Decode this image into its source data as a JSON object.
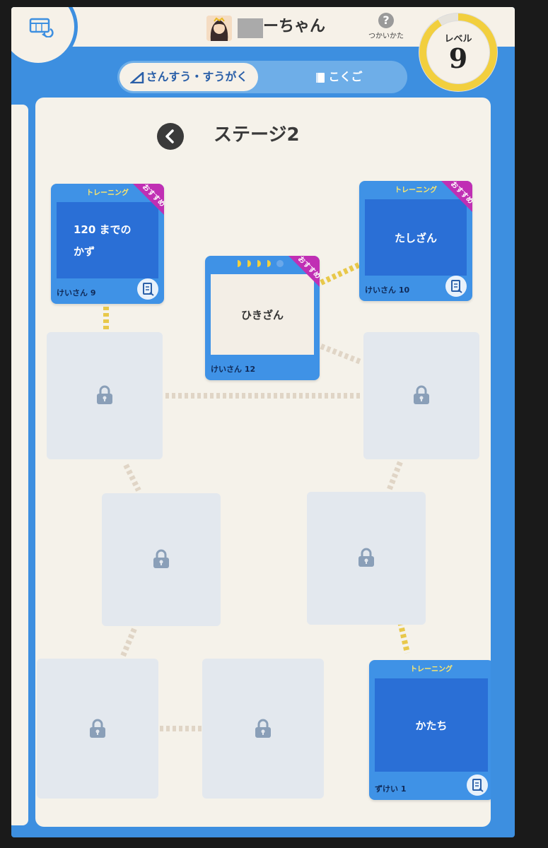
{
  "header": {
    "username": "ーちゃん",
    "help_label": "つかいかた",
    "help_glyph": "?",
    "level_label": "レベル",
    "level_value": "9"
  },
  "tabs": [
    {
      "label": "さんすう・すうがく",
      "active": true
    },
    {
      "label": "こくご",
      "active": false
    }
  ],
  "stage": {
    "title": "ステージ2"
  },
  "lessons": [
    {
      "id": "kazu",
      "category": "トレーニング",
      "title_lines": [
        "120 までの",
        "かず"
      ],
      "footer": "けいさん 9",
      "recommended_badge": "おすすめ",
      "state": "available"
    },
    {
      "id": "tashizan",
      "category": "トレーニング",
      "title_lines": [
        "たしざん"
      ],
      "footer": "けいさん 10",
      "recommended_badge": "おすすめ",
      "state": "available"
    },
    {
      "id": "hikizan",
      "category": "",
      "title_lines": [
        "ひきざん"
      ],
      "footer": "けいさん 12",
      "recommended_badge": "おすすめ",
      "state": "current",
      "progress_dots": 4
    },
    {
      "id": "katachi",
      "category": "トレーニング",
      "title_lines": [
        "かたち"
      ],
      "footer": "ずけい 1",
      "recommended_badge": "",
      "state": "available"
    }
  ],
  "colors": {
    "frame_blue": "#3d8fe0",
    "card_blue": "#3f92e6",
    "card_face": "#2a6fd6",
    "badge_magenta": "#c02fb4",
    "path_gold": "#e8c84a",
    "path_locked": "#e0d5c6",
    "background": "#f5f2ea"
  },
  "icons": [
    "menu-return-icon",
    "help-icon",
    "back-chevron-icon",
    "lock-icon",
    "note-icon",
    "pencil-ruler-icon",
    "book-icon"
  ]
}
